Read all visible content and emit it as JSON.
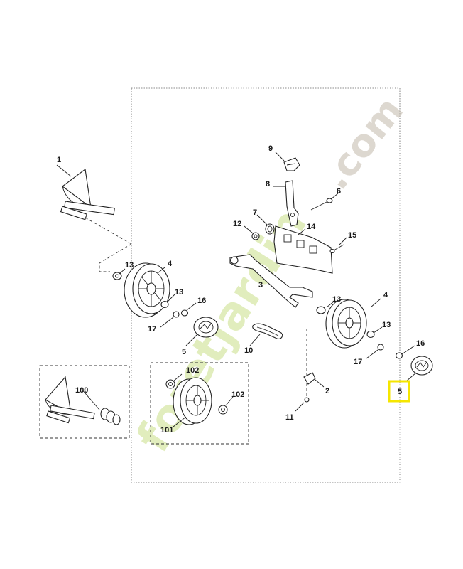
{
  "watermark": {
    "text_left": "foretjardin",
    "text_right": ".com"
  },
  "labels": {
    "p1": "1",
    "p2": "2",
    "p3": "3",
    "p4a": "4",
    "p4b": "4",
    "p5a": "5",
    "p5b": "5",
    "p6": "6",
    "p7": "7",
    "p8": "8",
    "p9": "9",
    "p10": "10",
    "p11": "11",
    "p12": "12",
    "p13a": "13",
    "p13b": "13",
    "p13c": "13",
    "p13d": "13",
    "p14": "14",
    "p15": "15",
    "p16a": "16",
    "p16b": "16",
    "p17a": "17",
    "p17b": "17",
    "p100": "100",
    "p101": "101",
    "p102a": "102",
    "p102b": "102"
  },
  "highlight": {
    "part": "5",
    "color": "#f5e600"
  }
}
